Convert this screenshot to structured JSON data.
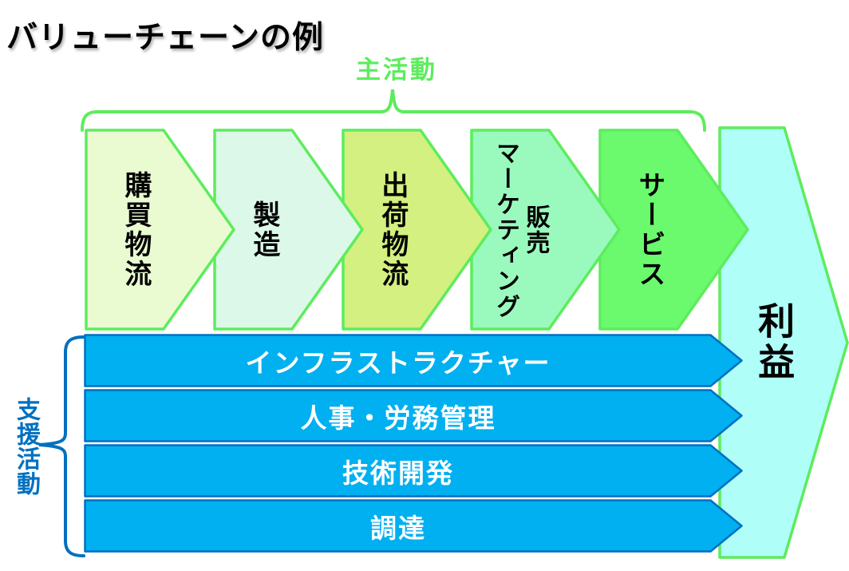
{
  "title": "バリューチェーンの例",
  "colors": {
    "green": "#5DEC5D",
    "blue-fill": "#00B0F0",
    "blue-border": "#0070C0"
  },
  "primary": {
    "label": "主活動",
    "items": [
      {
        "label": "購買物流",
        "fill": "#EAFBD2"
      },
      {
        "label": "製造",
        "fill": "#DCF8E8"
      },
      {
        "label": "出荷物流",
        "fill": "#D3F080"
      },
      {
        "label_parts": [
          "マーケティング",
          "販売"
        ],
        "fill": "#9AFABD"
      },
      {
        "label": "サービス",
        "fill": "#6BFA6E"
      }
    ]
  },
  "profit": {
    "label": "利益",
    "fill": "#B0FEF8"
  },
  "support": {
    "label": "支援活動",
    "fill": "#00B0F0",
    "border": "#0070C0",
    "items": [
      {
        "label": "インフラストラクチャー"
      },
      {
        "label": "人事・労務管理"
      },
      {
        "label": "技術開発"
      },
      {
        "label": "調達"
      }
    ]
  }
}
